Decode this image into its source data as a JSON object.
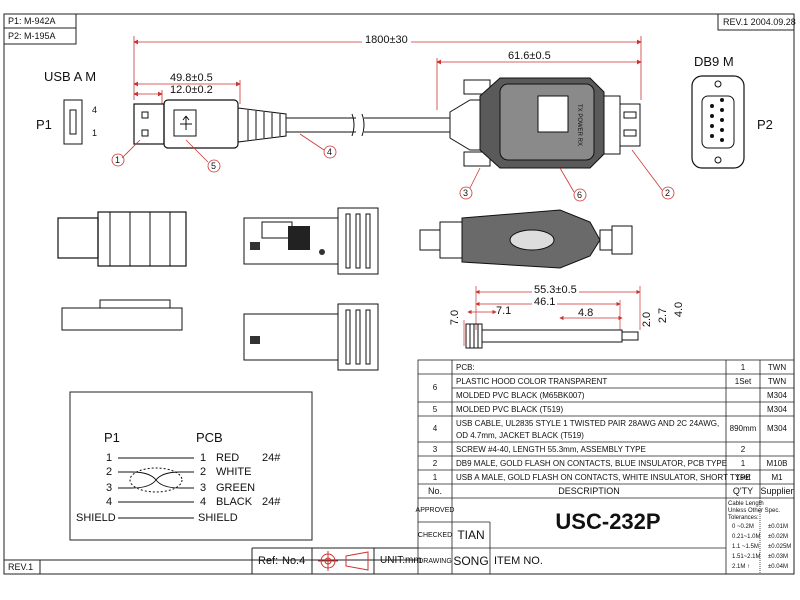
{
  "header": {
    "p1_code": "P1: M-942A",
    "p2_code": "P2: M-195A",
    "revision_date": "REV.1  2004.09.28"
  },
  "top": {
    "usb_label": "USB A M",
    "db9_label": "DB9 M",
    "p1": "P1",
    "p2": "P2",
    "dim_total": "1800±30",
    "dim_usb_len": "49.8±0.5",
    "dim_usb_tip": "12.0±0.2",
    "dim_db9_len": "61.6±0.5",
    "usb_pin_4": "4",
    "usb_pin_1": "1",
    "callouts": [
      "1",
      "2",
      "3",
      "4",
      "5",
      "6"
    ],
    "hood_text": "TX POWER RX"
  },
  "side": {
    "dim_a": "55.3±0.5",
    "dim_b": "46.1",
    "dim_c": "7.1",
    "dim_d": "4.8",
    "dim_e": "7.0",
    "dim_f": "2.0",
    "dim_g": "2.7",
    "dim_h": "4.0"
  },
  "wiring": {
    "p1_header": "P1",
    "pcb_header": "PCB",
    "rows": [
      {
        "left": "1",
        "right": "1",
        "color": "RED",
        "gauge": "24#"
      },
      {
        "left": "2",
        "right": "2",
        "color": "WHITE",
        "gauge": ""
      },
      {
        "left": "3",
        "right": "3",
        "color": "GREEN",
        "gauge": ""
      },
      {
        "left": "4",
        "right": "4",
        "color": "BLACK",
        "gauge": "24#"
      }
    ],
    "shield_left": "SHIELD",
    "shield_right": "SHIELD"
  },
  "bom": {
    "rows": [
      {
        "no": "",
        "desc": "PCB:",
        "qty": "1",
        "sup": "TWN"
      },
      {
        "no": "6",
        "desc": "PLASTIC HOOD COLOR TRANSPARENT",
        "qty": "1Set",
        "sup": "TWN"
      },
      {
        "no": "",
        "desc": "MOLDED PVC BLACK (M65BK007)",
        "qty": "",
        "sup": "M304"
      },
      {
        "no": "5",
        "desc": "MOLDED PVC BLACK (T519)",
        "qty": "",
        "sup": "M304"
      },
      {
        "no": "4",
        "desc1": "USB CABLE, UL2835 STYLE 1 TWISTED PAIR 28AWG AND 2C 24AWG,",
        "desc2": "OD 4.7mm, JACKET BLACK (T519)",
        "qty": "890mm",
        "sup": "M304"
      },
      {
        "no": "3",
        "desc": "SCREW #4-40, LENGTH 55.3mm, ASSEMBLY TYPE",
        "qty": "2",
        "sup": ""
      },
      {
        "no": "2",
        "desc": "DB9 MALE, GOLD FLASH ON CONTACTS, BLUE INSULATOR, PCB TYPE",
        "qty": "1",
        "sup": "M10B"
      },
      {
        "no": "1",
        "desc": "USB A MALE, GOLD FLASH ON CONTACTS, WHITE INSULATOR, SHORT TYPE",
        "qty": "1set",
        "sup": "M1"
      }
    ],
    "head_no": "No.",
    "head_desc": "DESCRIPTION",
    "head_qty": "Q'TY",
    "head_sup": "Supplier"
  },
  "title_block": {
    "approved": "APPROVED",
    "checked": "CHECKED",
    "checked_by": "TIAN",
    "drawing": "DRAWING",
    "drawn_by": "SONG",
    "item_no": "ITEM NO.",
    "model": "USC-232P",
    "tol_title1": "Cable Length",
    "tol_title2": "Unless Other Spec.",
    "tol_title3": "Tolerances:",
    "tolerances": [
      {
        "range": "0  ~0.2M",
        "tol": "±0.01M"
      },
      {
        "range": "0.21~1.0M",
        "tol": "±0.02M"
      },
      {
        "range": "1.1 ~1.5M",
        "tol": "±0.025M"
      },
      {
        "range": "1.51~2.1M",
        "tol": "±0.03M"
      },
      {
        "range": "2.1M ↑",
        "tol": "±0.04M"
      }
    ]
  },
  "footer": {
    "rev": "REV.1",
    "ref_label": "Ref:",
    "ref_value": "No.4",
    "unit": "UNIT:mm"
  }
}
